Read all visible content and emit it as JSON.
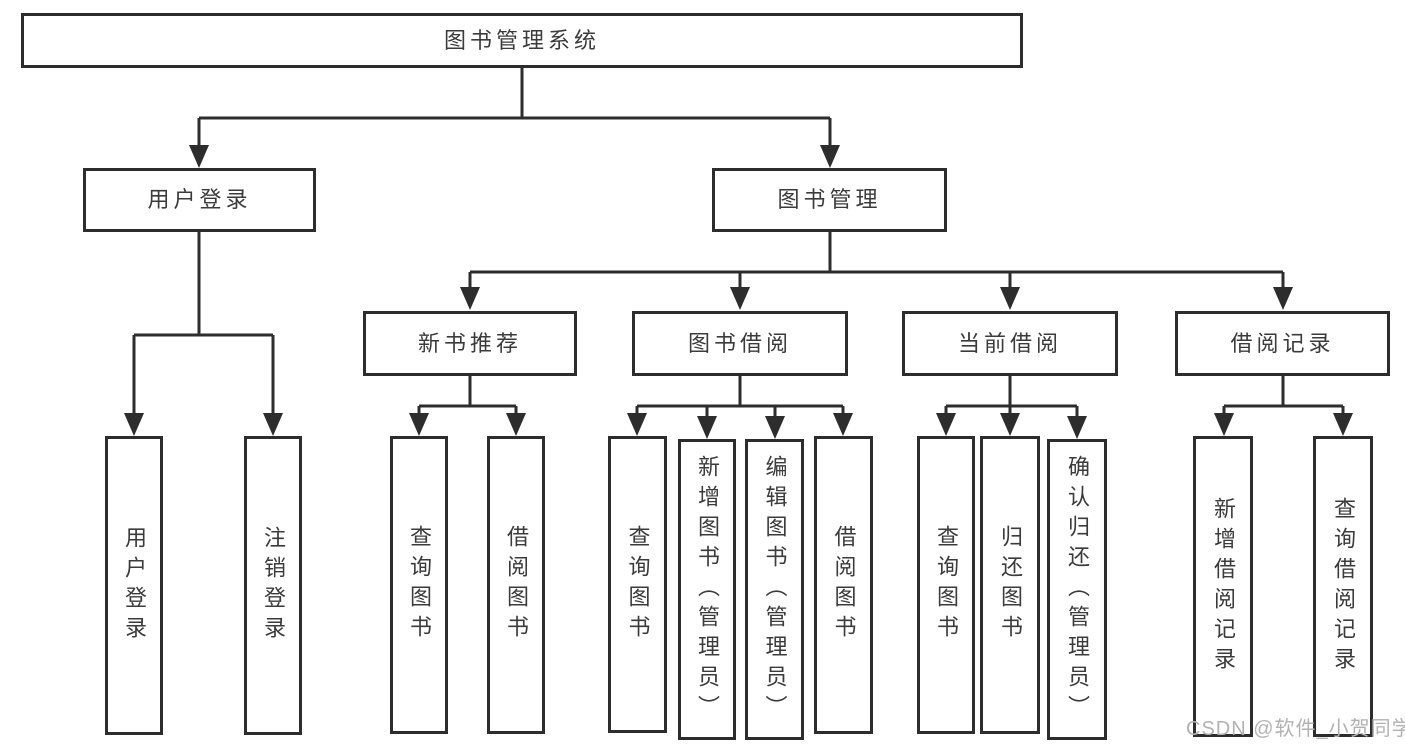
{
  "tree": {
    "root": "图书管理系统",
    "branches": [
      {
        "label": "用户登录",
        "children": [
          "用户登录",
          "注销登录"
        ]
      },
      {
        "label": "图书管理",
        "children": [
          {
            "label": "新书推荐",
            "children": [
              "查询图书",
              "借阅图书"
            ]
          },
          {
            "label": "图书借阅",
            "children": [
              "查询图书",
              "新增图书（管理员）",
              "编辑图书（管理员）",
              "借阅图书"
            ]
          },
          {
            "label": "当前借阅",
            "children": [
              "查询图书",
              "归还图书",
              "确认归还（管理员）"
            ]
          },
          {
            "label": "借阅记录",
            "children": [
              "新增借阅记录",
              "查询借阅记录"
            ]
          }
        ]
      }
    ]
  },
  "watermark": "CSDN @软件_小贺同学",
  "colors": {
    "line": "#2d2d2d",
    "box_border": "#2d2d2d",
    "box_fill": "#ffffff",
    "text": "#3b3b3b",
    "watermark": "#b2b2b2"
  }
}
